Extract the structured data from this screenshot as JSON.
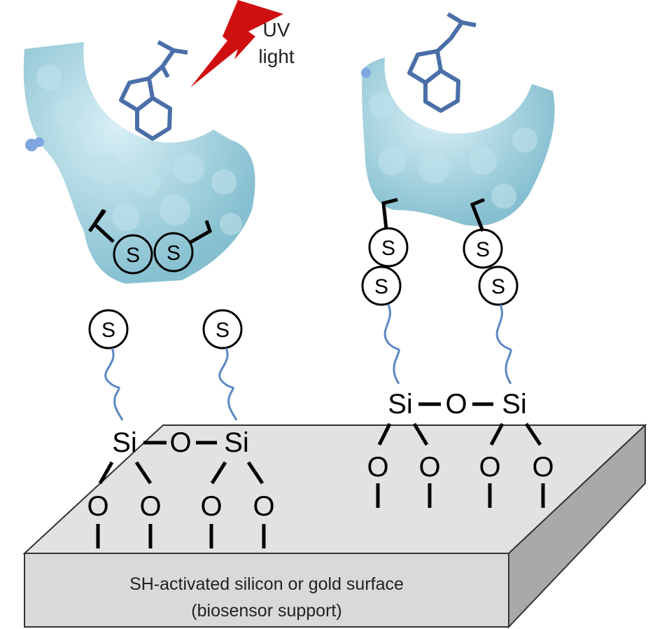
{
  "uv_label": {
    "line1": "UV",
    "line2": "light"
  },
  "surface_label": {
    "line1": "SH-activated silicon or gold surface",
    "line2": "(biosensor support)"
  },
  "atoms": {
    "sulfur": "S",
    "silicon": "Si",
    "oxygen": "O"
  },
  "colors": {
    "protein": "#8cc6d6",
    "ligand": "#4a6fa8",
    "lightning": "#d01010",
    "linker": "#5b88c4",
    "surface_top": "#e0e0e0",
    "surface_front": "#d9d9d9",
    "surface_side": "#a8a8a8"
  }
}
